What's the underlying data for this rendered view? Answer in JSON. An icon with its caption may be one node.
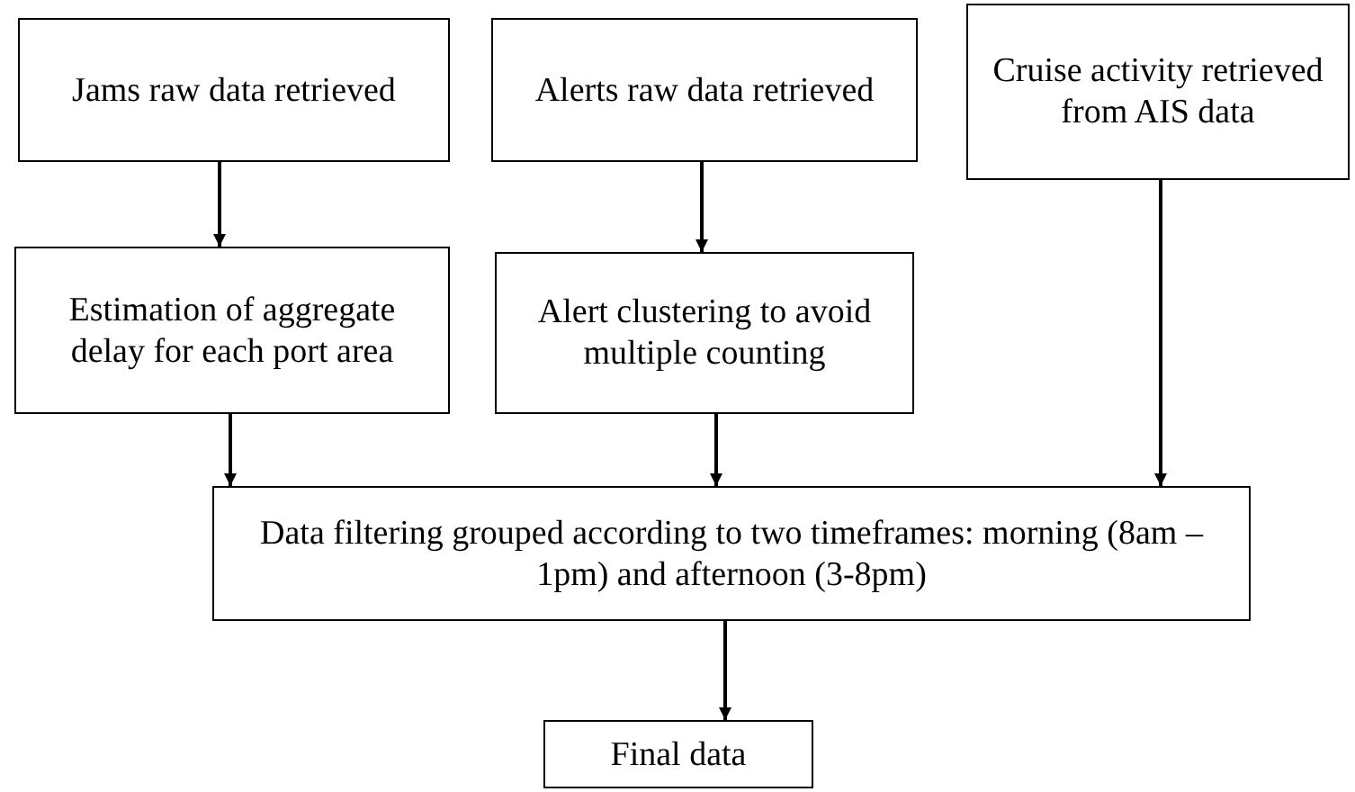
{
  "diagram": {
    "nodes": [
      {
        "text": [
          "Jams raw data retrieved"
        ]
      },
      {
        "text": [
          "Alerts raw data retrieved"
        ]
      },
      {
        "text": [
          "Cruise activity retrieved from AIS data"
        ]
      },
      {
        "text": [
          "Estimation of aggregate delay for each port area"
        ]
      },
      {
        "text": [
          "Alert clustering to avoid multiple counting"
        ]
      },
      {
        "text": [
          "Data filtering grouped according to two timeframes: morning (8am – 1pm) and afternoon (3-8pm)"
        ]
      },
      {
        "text": [
          "Final data"
        ]
      }
    ],
    "edges": [
      {
        "from": 0,
        "to": 3,
        "arrow": "to"
      },
      {
        "from": 1,
        "to": 4,
        "arrow": "to"
      },
      {
        "from": 3,
        "to": 5,
        "arrow": "to"
      },
      {
        "from": 4,
        "to": 5,
        "arrow": "to"
      },
      {
        "from": 2,
        "to": 5,
        "arrow": "to"
      },
      {
        "from": 5,
        "to": 6,
        "arrow": "to"
      }
    ]
  }
}
